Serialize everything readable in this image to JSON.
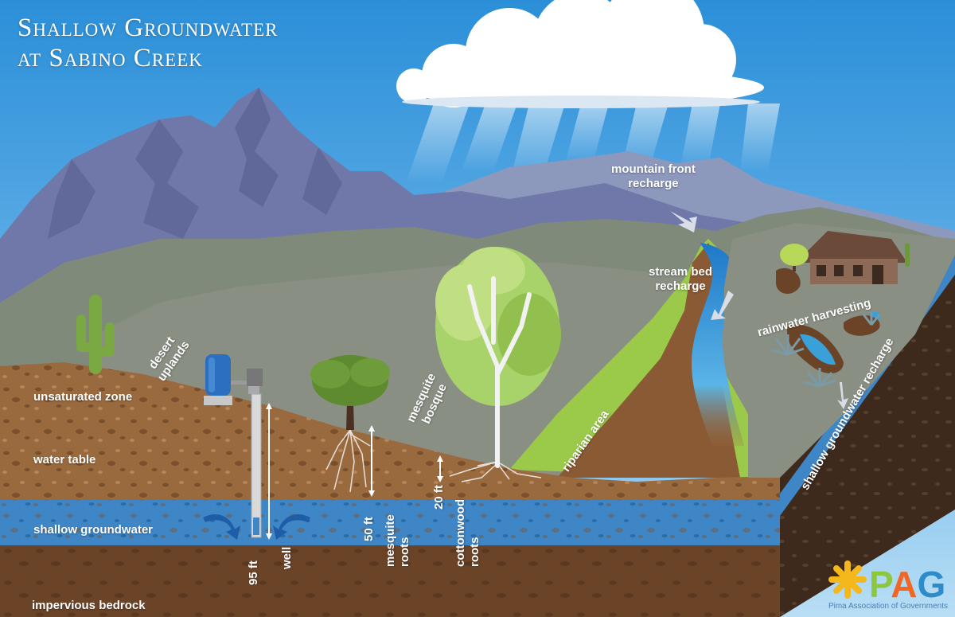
{
  "title": {
    "line1": "Shallow Groundwater",
    "line2": "at Sabino Creek"
  },
  "labels": {
    "mountain_front": [
      "mountain front",
      "recharge"
    ],
    "stream_bed": [
      "stream bed",
      "recharge"
    ],
    "rainwater_harvesting": "rainwater harvesting",
    "desert_uplands": [
      "desert",
      "uplands"
    ],
    "unsaturated_zone": "unsaturated zone",
    "water_table": "water table",
    "shallow_groundwater": "shallow groundwater",
    "impervious_bedrock": "impervious bedrock",
    "mesquite_bosque": [
      "mesquite",
      "bosque"
    ],
    "riparian_area": "riparian area",
    "shallow_groundwater_recharge": "shallow groundwater recharge"
  },
  "measurements": {
    "well": {
      "depth": "95 ft",
      "name": "well"
    },
    "mesquite": {
      "depth": "50 ft",
      "name": [
        "mesquite",
        "roots"
      ]
    },
    "cottonwood": {
      "depth": "20 ft",
      "name": [
        "cottonwood",
        "roots"
      ]
    }
  },
  "logo": {
    "letters": "PAG",
    "org_name": "Pima Association of Governments",
    "colors": {
      "star": "#f5b81c",
      "p": "#8dc63f",
      "a": "#f26522",
      "g": "#2e8bc9"
    }
  },
  "colors": {
    "sky_top": "#2b8fd8",
    "mountain": "#6f78a8",
    "hills": "#7f8a7a",
    "soil": "#9a6a3f",
    "groundwater": "#3f86c6",
    "bedrock": "#6b4428",
    "stream": "#3aa0d8",
    "tree_green": "#8cc63f"
  },
  "icons": [
    "cloud-icon",
    "saguaro-icon",
    "water-tank-icon",
    "well-pump-icon",
    "mesquite-tree-icon",
    "cottonwood-tree-icon",
    "house-icon",
    "agave-icon",
    "pag-star-icon"
  ]
}
